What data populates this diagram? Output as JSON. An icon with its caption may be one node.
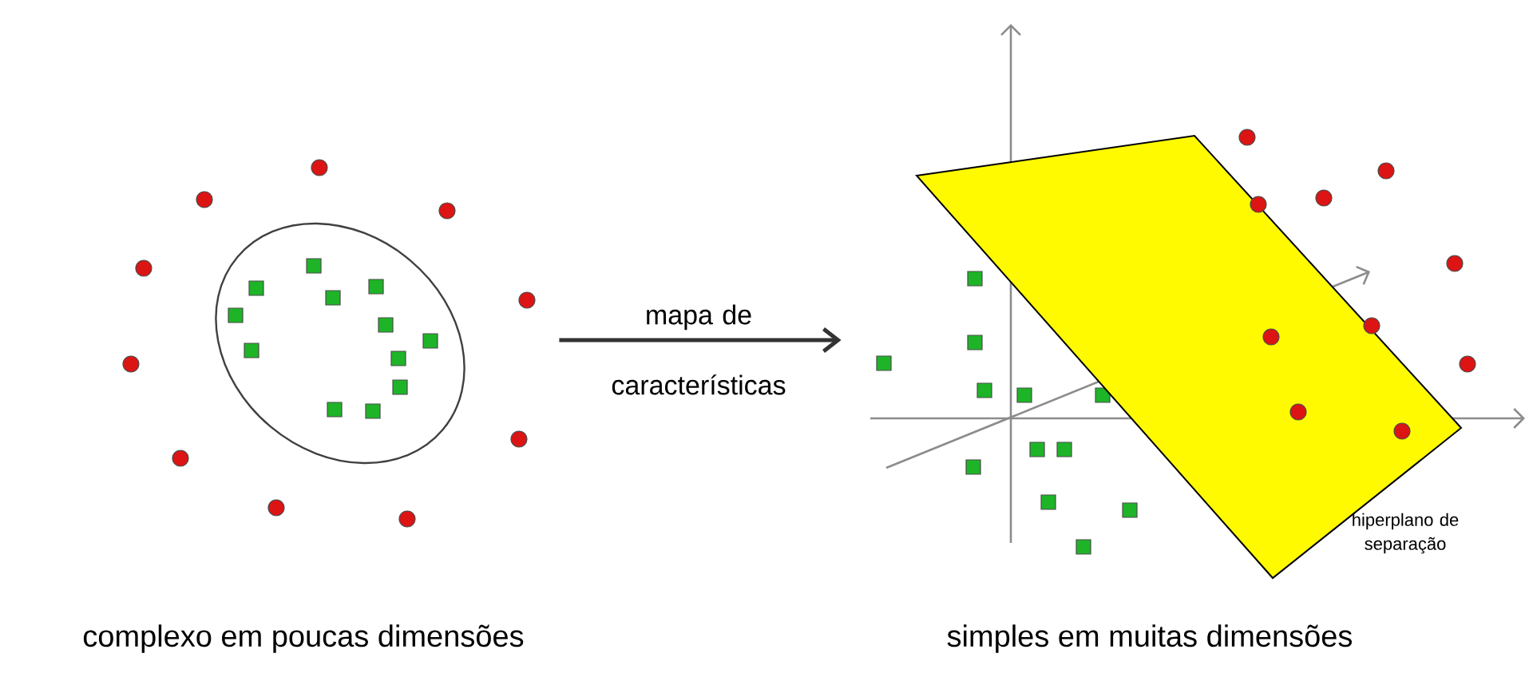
{
  "diagram": {
    "nodes": [
      {
        "text": [],
        "shape": "picture",
        "beside": [
          "complexo em poucas dimensões"
        ]
      },
      {
        "text": [],
        "shape": "picture",
        "beside": [
          "simples em muitas dimensões"
        ]
      }
    ],
    "edges": [
      {
        "from": 0,
        "to": 1,
        "arrow": "to",
        "label": "mapa de características"
      }
    ],
    "labels": [
      "hiperplano de separação"
    ]
  }
}
